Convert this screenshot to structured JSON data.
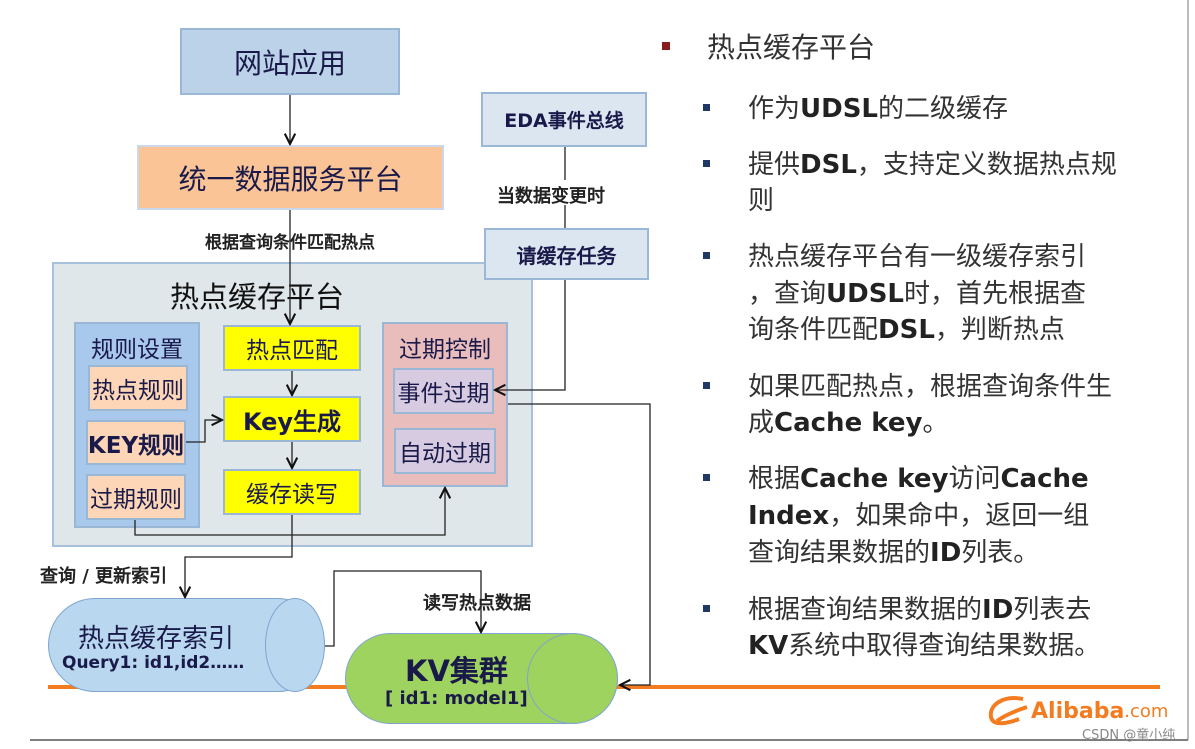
{
  "diagram": {
    "website_app": "网站应用",
    "unified_platform": "统一数据服务平台",
    "match_label": "根据查询条件匹配热点",
    "eda_bus": "EDA事件总线",
    "data_change_label": "当数据变更时",
    "cache_task": "请缓存任务",
    "platform_title": "热点缓存平台",
    "rules": {
      "title": "规则设置",
      "items": [
        "热点规则",
        "KEY规则",
        "过期规则"
      ]
    },
    "pipeline": [
      "热点匹配",
      "Key生成",
      "缓存读写"
    ],
    "expiry": {
      "title": "过期控制",
      "items": [
        "事件过期",
        "自动过期"
      ]
    },
    "query_update_label": "查询 / 更新索引",
    "rw_label": "读写热点数据",
    "index_cyl": {
      "title": "热点缓存索引",
      "sub": "Query1: id1,id2……"
    },
    "kv_cyl": {
      "title": "KV集群",
      "sub": "[ id1: model1]"
    }
  },
  "right": {
    "heading": "热点缓存平台",
    "bullets": [
      [
        [
          {
            "t": "作为"
          },
          {
            "t": "UDSL",
            "b": 1
          },
          {
            "t": "的二级缓存"
          }
        ]
      ],
      [
        [
          {
            "t": "提供"
          },
          {
            "t": "DSL",
            "b": 1
          },
          {
            "t": "，支持定义数据热点规"
          }
        ],
        [
          {
            "t": "则"
          }
        ]
      ],
      [
        [
          {
            "t": "热点缓存平台有一级缓存索引"
          }
        ],
        [
          {
            "t": "，查询"
          },
          {
            "t": "UDSL",
            "b": 1
          },
          {
            "t": "时，首先根据查"
          }
        ],
        [
          {
            "t": "询条件匹配"
          },
          {
            "t": "DSL",
            "b": 1
          },
          {
            "t": "，判断热点"
          }
        ]
      ],
      [
        [
          {
            "t": "如果匹配热点，根据查询条件生"
          }
        ],
        [
          {
            "t": "成"
          },
          {
            "t": "Cache key",
            "b": 1
          },
          {
            "t": "。"
          }
        ]
      ],
      [
        [
          {
            "t": "根据"
          },
          {
            "t": "Cache key",
            "b": 1
          },
          {
            "t": "访问"
          },
          {
            "t": "Cache",
            "b": 1
          }
        ],
        [
          {
            "t": "Index",
            "b": 1
          },
          {
            "t": "，如果命中，返回一组"
          }
        ],
        [
          {
            "t": "查询结果数据的"
          },
          {
            "t": "ID",
            "b": 1
          },
          {
            "t": "列表。"
          }
        ]
      ],
      [
        [
          {
            "t": "根据查询结果数据的"
          },
          {
            "t": "ID",
            "b": 1
          },
          {
            "t": "列表去"
          }
        ],
        [
          {
            "t": "KV",
            "b": 1
          },
          {
            "t": "系统中取得查询结果数据。"
          }
        ]
      ]
    ]
  },
  "logo": {
    "brand": "Alibaba",
    "suffix": ".com"
  },
  "watermark": "CSDN @童小纯",
  "colors": {
    "accent_line": "#f47c20",
    "heading_bullet": "#8b1a1a"
  }
}
